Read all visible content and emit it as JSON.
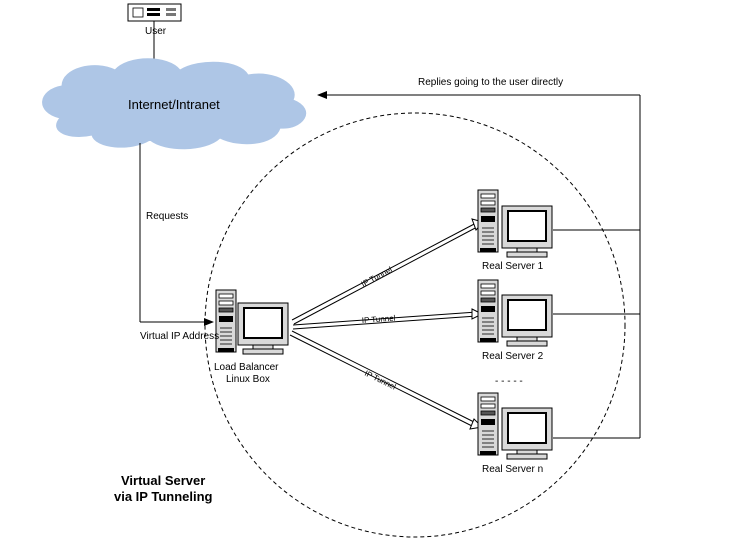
{
  "user": {
    "label": "User"
  },
  "cloud": {
    "label": "Internet/Intranet"
  },
  "replies": {
    "label": "Replies going to the user directly"
  },
  "requests": {
    "label": "Requests"
  },
  "vip": {
    "label": "Virtual IP Address"
  },
  "load_balancer": {
    "line1": "Load Balancer",
    "line2": "Linux Box"
  },
  "servers": [
    {
      "label": "Real Server 1"
    },
    {
      "label": "Real Server 2"
    },
    {
      "label": "Real Server n"
    }
  ],
  "ellipsis": {
    "label": "- - - - -"
  },
  "tunnels": [
    {
      "label": "IP Tunnel"
    },
    {
      "label": "IP Tunnel"
    },
    {
      "label": "IP Tunnel"
    }
  ],
  "title": {
    "line1": "Virtual Server",
    "line2": "via IP Tunneling"
  }
}
